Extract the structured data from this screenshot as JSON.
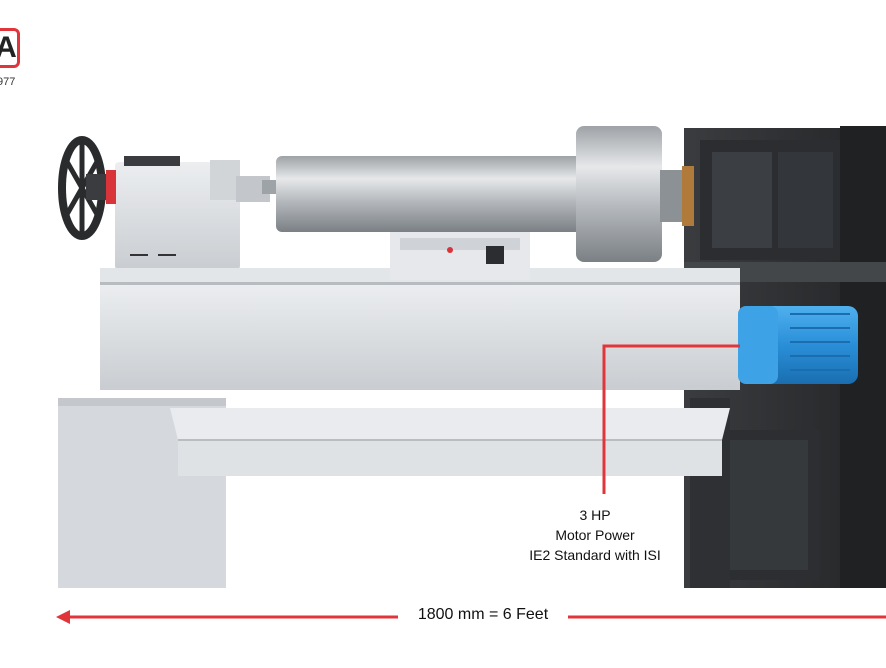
{
  "logo": {
    "letter": "A",
    "year": "977"
  },
  "motor_callout": {
    "power": "3 HP",
    "label": "Motor Power",
    "standard": "IE2 Standard with ISI"
  },
  "dimension": {
    "label": "1800 mm = 6 Feet"
  },
  "colors": {
    "accent_red": "#e0353a",
    "motor_blue": "#2a8fd8",
    "machine_body": "#d9dcdf",
    "headstock_dark": "#2f3134"
  }
}
